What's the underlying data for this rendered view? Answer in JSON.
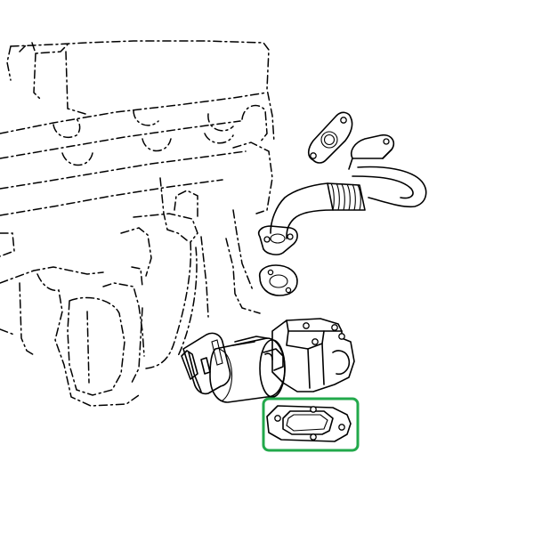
{
  "diagram": {
    "highlight": {
      "color": "#22a94b",
      "target": "egr-valve-gasket"
    },
    "parts": [
      {
        "name": "engine-block",
        "style": "dashed"
      },
      {
        "name": "egr-pipe",
        "style": "solid"
      },
      {
        "name": "egr-pipe-flange-gasket",
        "style": "solid"
      },
      {
        "name": "egr-pipe-lower-gasket",
        "style": "solid"
      },
      {
        "name": "egr-valve-assembly",
        "style": "solid"
      },
      {
        "name": "egr-valve-gasket",
        "style": "solid"
      }
    ]
  }
}
